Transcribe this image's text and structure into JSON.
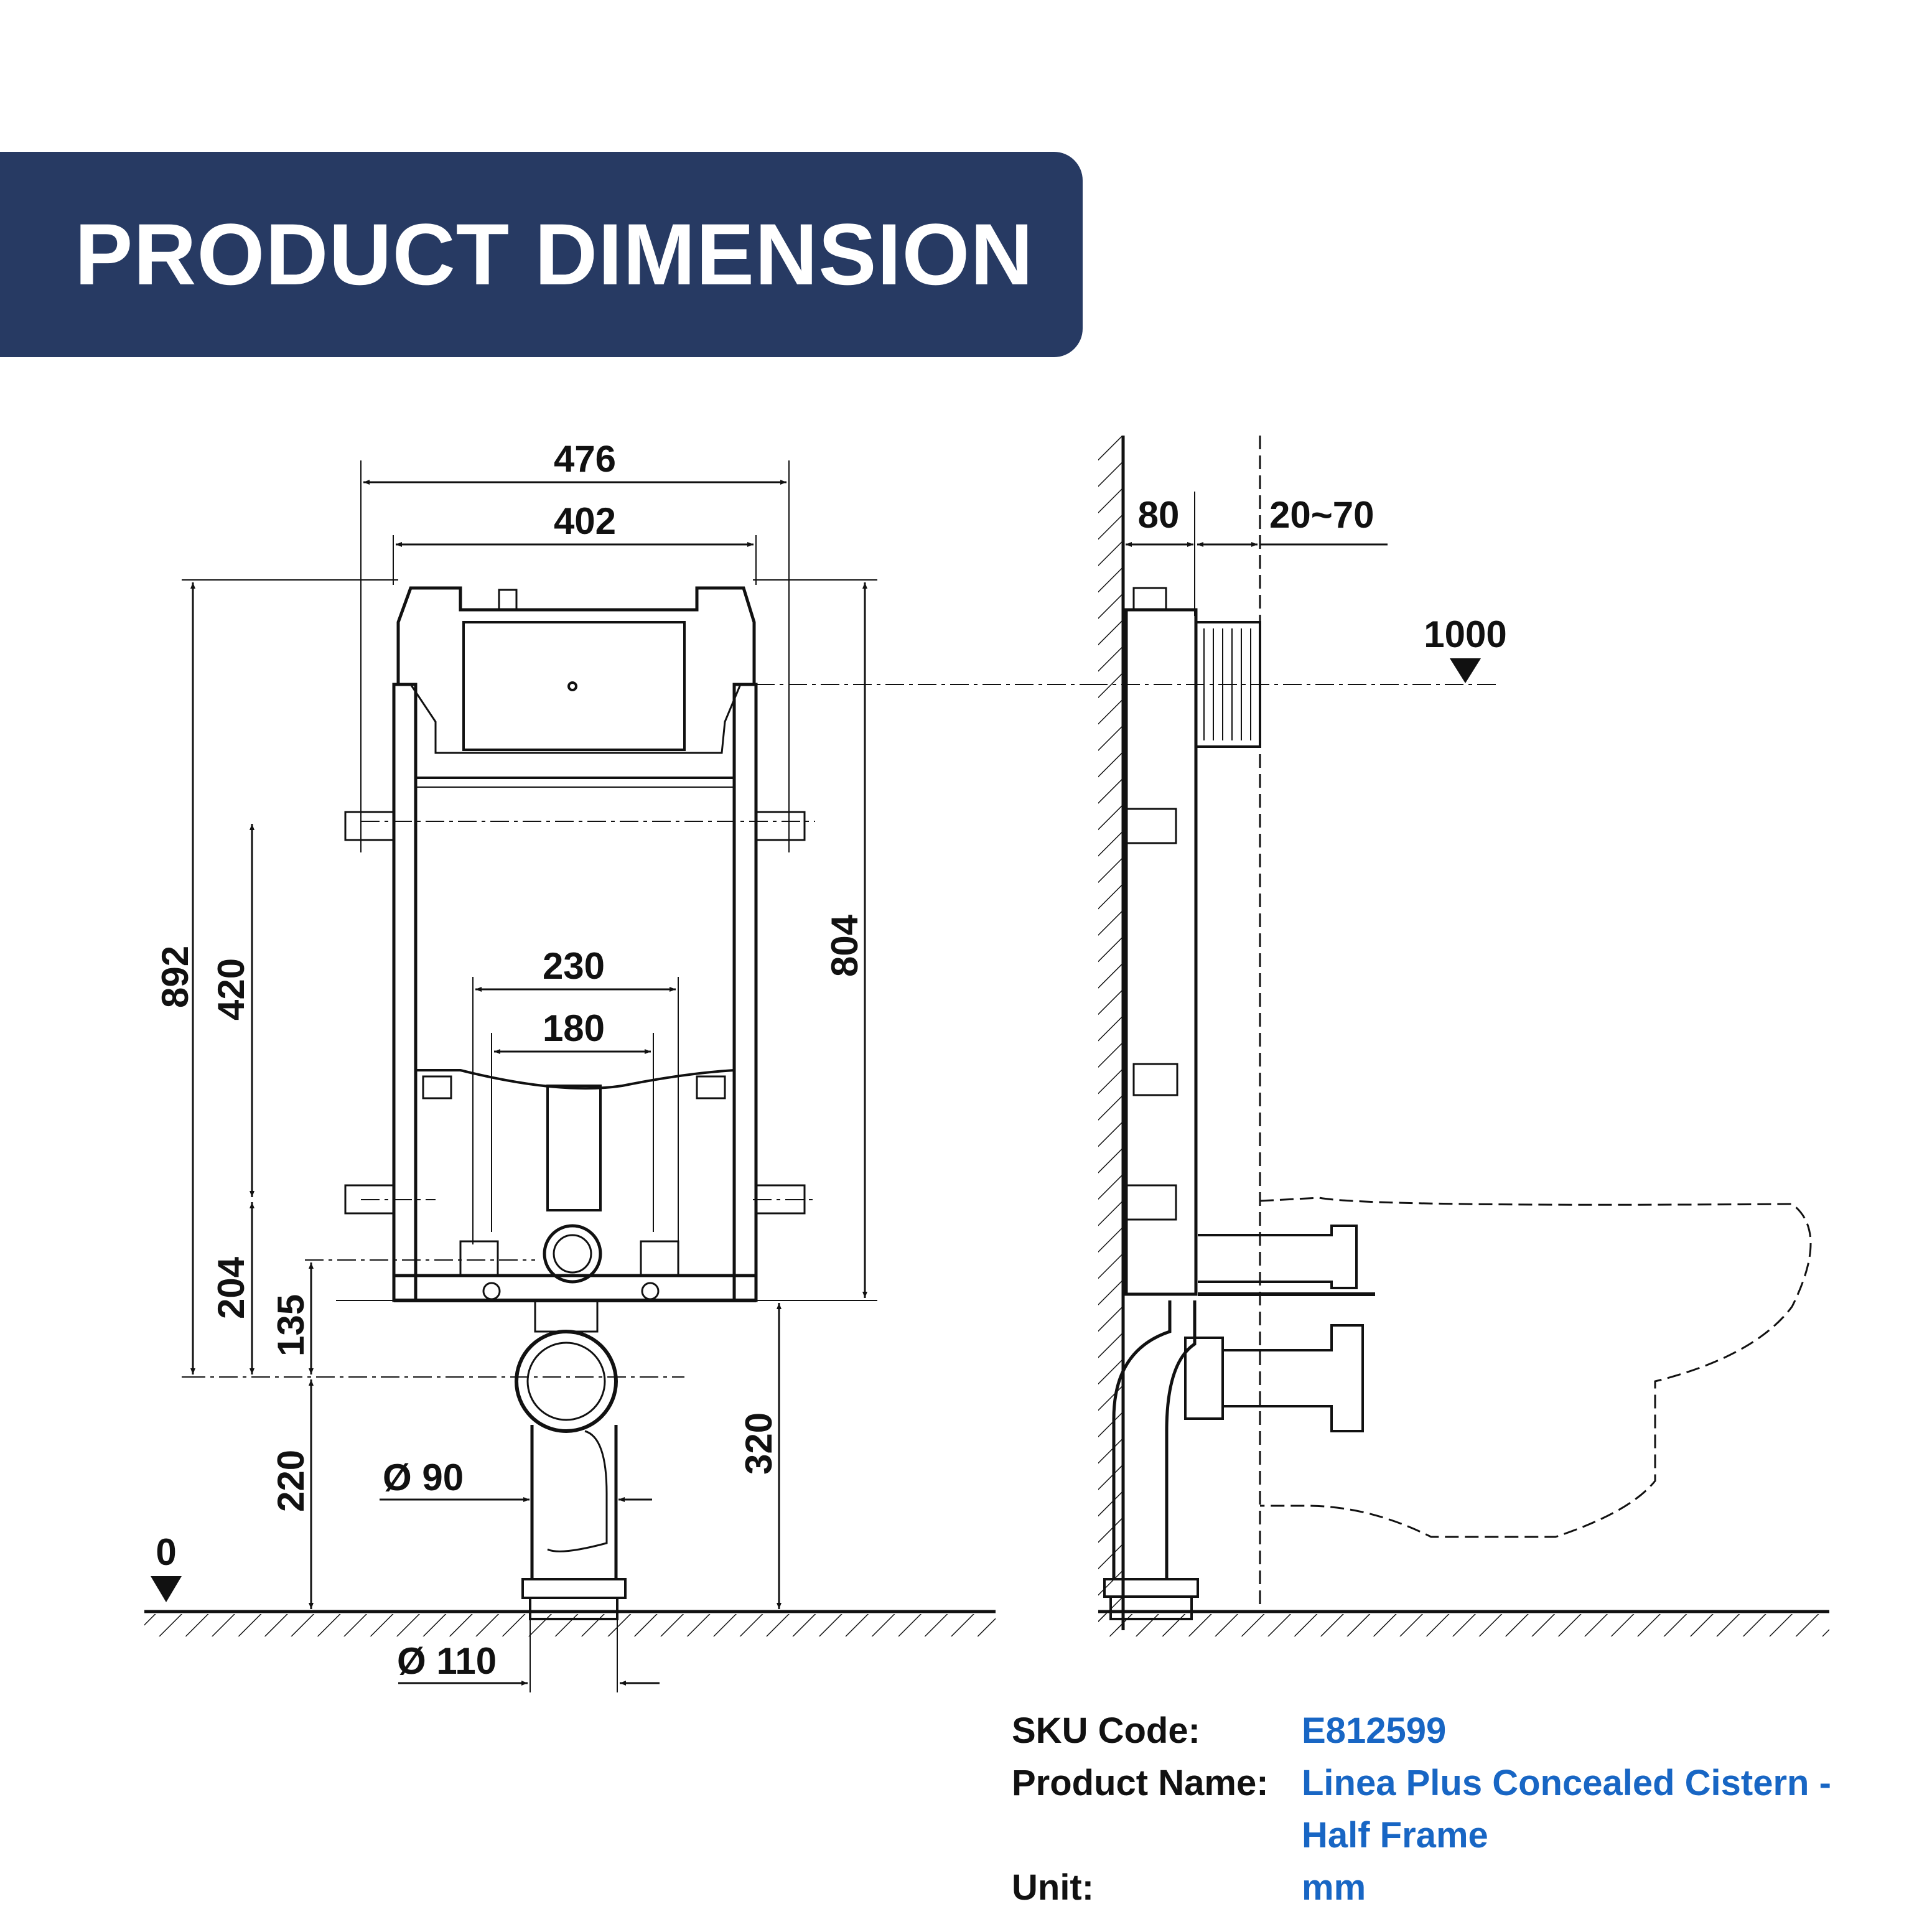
{
  "header": {
    "title": "PRODUCT DIMENSION"
  },
  "colors": {
    "banner": "#273a63",
    "value_text": "#1866c4",
    "line": "#111111"
  },
  "front_view": {
    "dims": {
      "w476": "476",
      "w402": "402",
      "w230": "230",
      "w180": "180",
      "h892": "892",
      "h420": "420",
      "h804": "804",
      "h204": "204",
      "h135": "135",
      "h220": "220",
      "h320": "320",
      "d90": "Ø 90",
      "d110": "Ø 110",
      "zero": "0"
    }
  },
  "side_view": {
    "dims": {
      "d80": "80",
      "d2070": "20~70",
      "h1000": "1000"
    }
  },
  "info": {
    "sku_label": "SKU Code:",
    "sku_value": "E812599",
    "name_label": "Product Name:",
    "name_value_1": "Linea Plus Concealed Cistern -",
    "name_value_2": "Half Frame",
    "unit_label": "Unit:",
    "unit_value": "mm"
  }
}
